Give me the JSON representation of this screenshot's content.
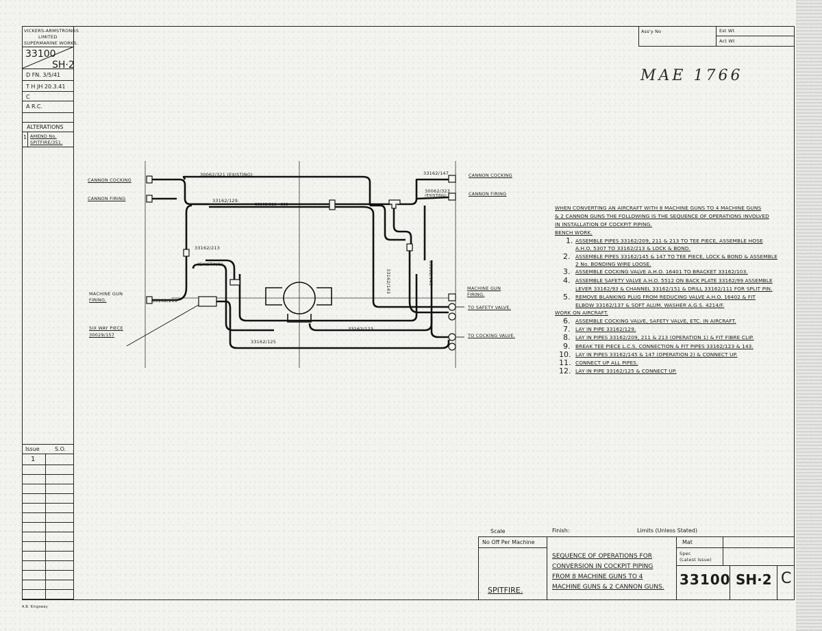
{
  "title_block_left": {
    "company_lines": [
      "VICKERS-ARMSTRONGS",
      "LIMITED",
      "SUPERMARINE WORKS."
    ],
    "drawing_no": "33100",
    "sheet": "SH·2",
    "d_fn": "D FN. 3/5/41",
    "t_h": "T H JH 20.3.41",
    "c": "C",
    "a": "A   R.C.",
    "alterations_label": "ALTERATIONS",
    "alteration_1_no": "1",
    "alteration_1_text_a": "AMEND No.",
    "alteration_1_text_b": "SPITFIRE/351.",
    "issue_label": "Issue",
    "so_label": "S.O.",
    "issue_1": "1"
  },
  "top_right_block": {
    "ass_no": "Ass'y No",
    "est_wt": "Est Wt",
    "act_wt": "Act Wt"
  },
  "handwritten_note": "MAE 1766",
  "diagram": {
    "labels": {
      "cannon_cocking_left": "CANNON COCKING",
      "cannon_firing_left": "CANNON FIRING",
      "cannon_cocking_right": "CANNON COCKING",
      "cannon_firing_right": "CANNON FIRING",
      "machine_gun_firing_left_a": "MACHINE GUN",
      "machine_gun_firing_left_b": "FIRING.",
      "machine_gun_firing_right_a": "MACHINE GUN",
      "machine_gun_firing_right_b": "FIRING.",
      "six_way_piece_a": "SIX WAY PIECE",
      "six_way_piece_b": "30029/157",
      "to_safety_valve": "TO SAFETY VALVE.",
      "to_cocking_valve": "TO COCKING VALVE.",
      "pipe_30062_321": "30062/321 (EXISTING)",
      "pipe_33162_129": "33162/129.",
      "pipe_33162_211": "33162/211 - 213",
      "pipe_33162_147": "33162/147",
      "pipe_30062_323_a": "30062/323",
      "pipe_30062_323_b": "(EXISTING)",
      "pipe_33162_213": "33162/213",
      "existing": "(EXISTING)",
      "pipe_33162_209": "33162/209",
      "pipe_33162_143": "33162/143",
      "pipe_33162_145": "33162/145",
      "pipe_33162_123": "33162/123",
      "pipe_33162_125": "33162/125"
    }
  },
  "instructions": {
    "intro": [
      "WHEN CONVERTING AN AIRCRAFT WITH 8 MACHINE GUNS TO 4 MACHINE GUNS",
      "& 2 CANNON GUNS THE FOLLOWING IS THE SEQUENCE OF OPERATIONS INVOLVED",
      "IN INSTALLATION OF COCKPIT PIPING."
    ],
    "bench_work": "BENCH WORK.",
    "work_on_aircraft": "WORK ON AIRCRAFT.",
    "steps": [
      {
        "n": "1.",
        "lines": [
          "ASSEMBLE PIPES 33162/209, 211 & 213 TO TEE PIECE, ASSEMBLE HOSE",
          "A.H.O. 5307 TO 33162/213 & LOCK & BOND."
        ]
      },
      {
        "n": "2.",
        "lines": [
          "ASSEMBLE PIPES 33162/145 & 147 TO TEE PIECE, LOCK & BOND & ASSEMBLE",
          "2 No. BONDING WIRE LOOSE."
        ]
      },
      {
        "n": "3.",
        "lines": [
          "ASSEMBLE COCKING VALVE A.H.O. 16401 TO BRACKET 33162/103."
        ]
      },
      {
        "n": "4.",
        "lines": [
          "ASSEMBLE SAFETY VALVE A.H.O. 5512 ON BACK PLATE 33162/99 ASSEMBLE",
          "LEVER 33162/93 & CHANNEL 33162/151 & DRILL 33162/111 FOR SPLIT PIN."
        ]
      },
      {
        "n": "5.",
        "lines": [
          "REMOVE BLANKING PLUG FROM REDUCING VALVE A.H.O. 16402 & FIT",
          "ELBOW 33162/137 & SOFT ALUM. WASHER A.G.S. 4214/F."
        ]
      },
      {
        "n": "6.",
        "lines": [
          "ASSEMBLE COCKING VALVE, SAFETY VALVE, ETC. IN AIRCRAFT."
        ]
      },
      {
        "n": "7.",
        "lines": [
          "LAY IN PIPE 33162/129."
        ]
      },
      {
        "n": "8.",
        "lines": [
          "LAY IN PIPES 33162/209, 211 & 213 (OPERATION 1) & FIT FIBRE CLIP."
        ]
      },
      {
        "n": "9.",
        "lines": [
          "BREAK TEE PIECE L.C.S. CONNECTION & FIT PIPES 33162/123 & 143."
        ]
      },
      {
        "n": "10.",
        "lines": [
          "LAY IN PIPES 33162/145 & 147 (OPERATION 2) & CONNECT UP."
        ]
      },
      {
        "n": "11.",
        "lines": [
          "CONNECT UP ALL PIPES."
        ]
      },
      {
        "n": "12.",
        "lines": [
          "LAY IN PIPE 33162/125 & CONNECT UP."
        ]
      }
    ]
  },
  "title_block_bottom": {
    "scale": "Scale",
    "finish": "Finish:",
    "limits": "Limits (Unless Stated)",
    "no_off": "No Off Per Machine",
    "mat": "Mat",
    "spec_a": "Spec",
    "spec_b": "(Latest Issue)",
    "title_lines": [
      "SEQUENCE OF OPERATIONS FOR",
      "CONVERSION IN COCKPIT PIPING",
      "FROM 8 MACHINE GUNS TO 4",
      "MACHINE GUNS & 2 CANNON GUNS."
    ],
    "spitfire": "SPITFIRE.",
    "drawing_no": "33100",
    "sheet": "SH·2",
    "issue_letter": "C"
  },
  "footer_note": "A.B. Kingsway"
}
